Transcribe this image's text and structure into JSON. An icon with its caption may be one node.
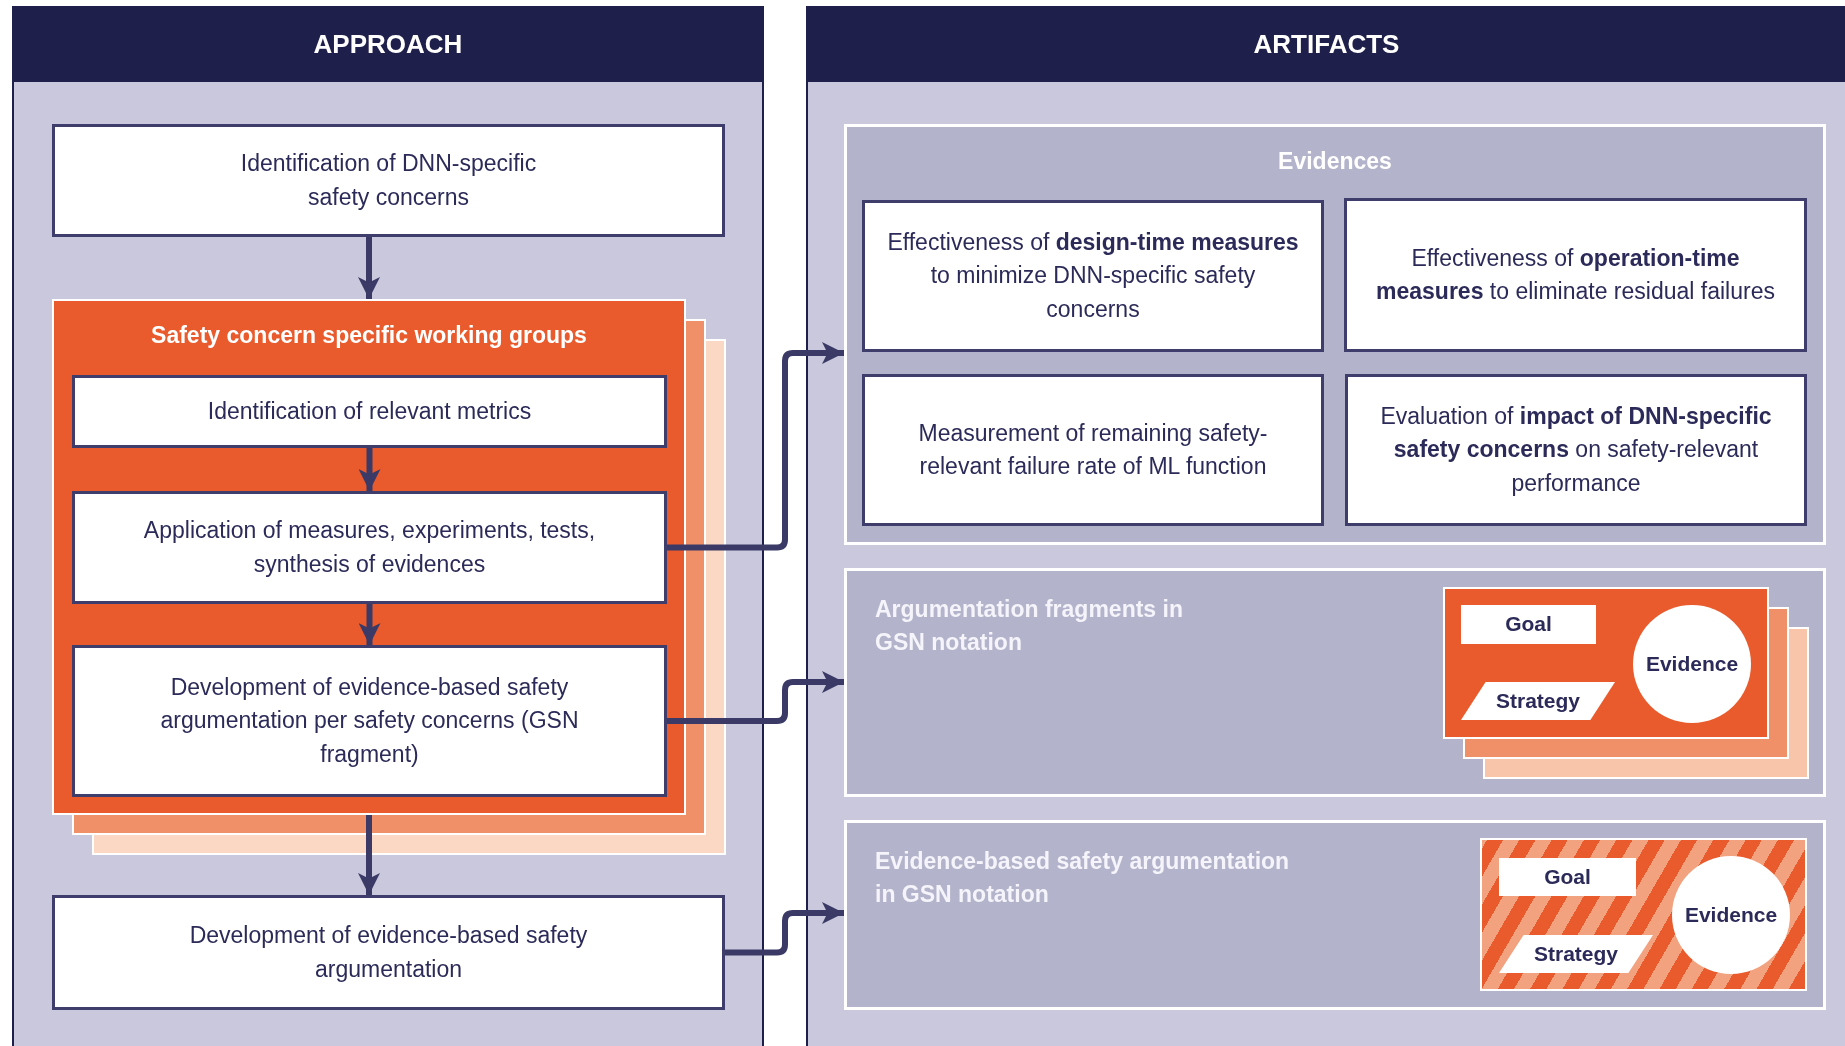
{
  "diagram": {
    "nodes": [
      {
        "text": [
          "APPROACH"
        ]
      },
      {
        "text": [
          "ARTIFACTS"
        ]
      },
      {
        "text": [
          "Identification of DNN-specific safety concerns"
        ],
        "in": 0
      },
      {
        "text": [
          "Safety concern specific working groups"
        ],
        "in": 0
      },
      {
        "text": [
          "Identification of relevant metrics"
        ],
        "in": 3
      },
      {
        "text": [
          "Application of measures, experiments, tests, synthesis of evidences"
        ],
        "in": 3
      },
      {
        "text": [
          "Development of evidence-based safety argumentation per safety concerns (GSN fragment)"
        ],
        "in": 3
      },
      {
        "text": [
          "Development of evidence-based safety argumentation"
        ],
        "in": 0
      },
      {
        "text": [
          "Evidences"
        ],
        "in": 1
      },
      {
        "text": [
          "Effectiveness of **design-time measures** to minimize DNN-specific safety concerns"
        ],
        "in": 8
      },
      {
        "text": [
          "Effectiveness of **operation-time measures** to eliminate residual failures"
        ],
        "in": 8
      },
      {
        "text": [
          "Measurement of remaining safety-relevant failure rate of ML function"
        ],
        "in": 8
      },
      {
        "text": [
          "Evaluation of **impact of DNN-specific safety concerns** on safety-relevant performance"
        ],
        "in": 8
      },
      {
        "text": [
          "Argumentation fragments in GSN notation"
        ],
        "in": 1
      },
      {
        "text": [],
        "shape": "box",
        "in": 13
      },
      {
        "text": [
          "Goal"
        ],
        "in": 14
      },
      {
        "text": [
          "Strategy"
        ],
        "in": 14
      },
      {
        "text": [
          "Evidence"
        ],
        "in": 14
      },
      {
        "text": [
          "Evidence-based safety argumentation in GSN notation"
        ],
        "in": 1
      },
      {
        "text": [],
        "shape": "box",
        "in": 18
      },
      {
        "text": [
          "Goal"
        ],
        "in": 19
      },
      {
        "text": [
          "Strategy"
        ],
        "in": 19
      },
      {
        "text": [
          "Evidence"
        ],
        "in": 19
      }
    ],
    "edges": [
      {
        "from": 2,
        "to": 3,
        "arrow": "to"
      },
      {
        "from": 4,
        "to": 5,
        "arrow": "to"
      },
      {
        "from": 5,
        "to": 6,
        "arrow": "to"
      },
      {
        "from": 3,
        "to": 7,
        "arrow": "to"
      },
      {
        "from": 5,
        "to": 8,
        "arrow": "to"
      },
      {
        "from": 6,
        "to": 13,
        "arrow": "to"
      },
      {
        "from": 7,
        "to": 18,
        "arrow": "to"
      }
    ]
  }
}
